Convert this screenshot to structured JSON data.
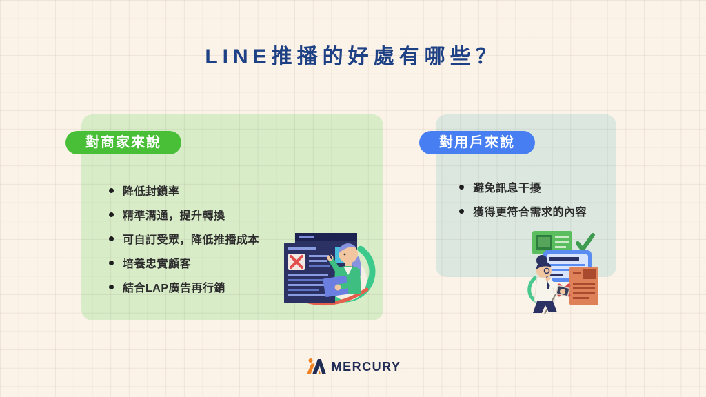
{
  "title": "LINE推播的好處有哪些？",
  "cards": {
    "merchant": {
      "badge": "對商家來說",
      "items": [
        "降低封鎖率",
        "精準溝通，提升轉換",
        "可自訂受眾，降低推播成本",
        "培養忠實顧客",
        "結合LAP廣告再行銷"
      ]
    },
    "user": {
      "badge": "對用戶來說",
      "items": [
        "避免訊息干擾",
        "獲得更符合需求的內容"
      ]
    }
  },
  "footer": {
    "brand": "MERCURY"
  },
  "colors": {
    "background": "#FCF3E8",
    "title": "#1E4185",
    "merchant_badge_green": "#49BE37",
    "merchant_card_green": "#D8ECC8",
    "user_badge_blue": "#477FF2",
    "user_card_sage": "#DBE7DF",
    "body_text": "#2B2B2B",
    "logo_navy": "#1F2C55",
    "logo_orange": "#F08223"
  },
  "icons": {
    "bullet": "dot",
    "logo": "mercury-mountain-iA-mark",
    "merchant_illustration": "woman-reviewing-blocked-documents",
    "user_illustration": "woman-choosing-relevant-content"
  }
}
